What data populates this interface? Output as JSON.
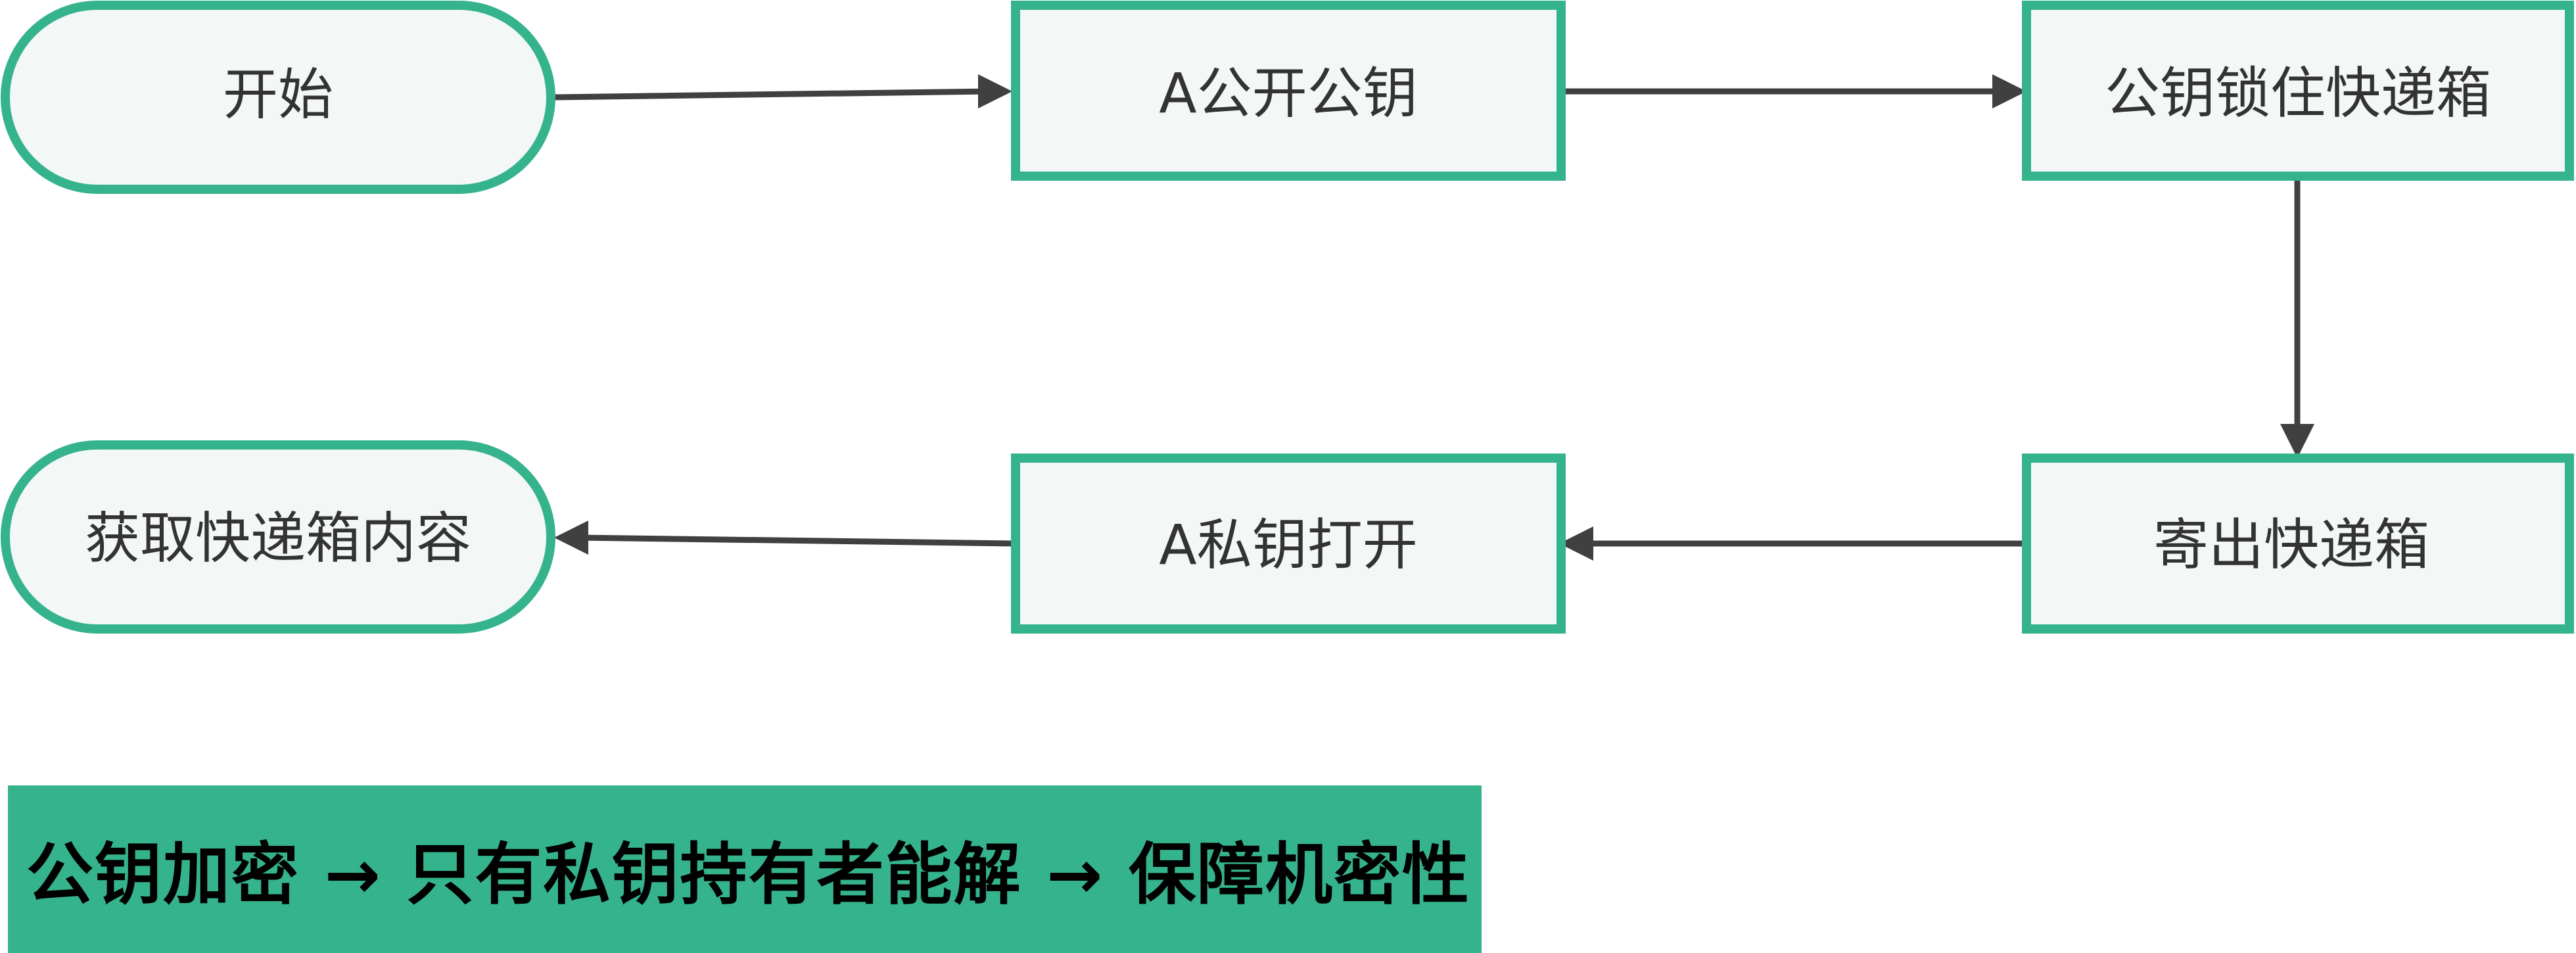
{
  "colors": {
    "node_border": "#35b38c",
    "node_fill": "#f3f7f6",
    "arrow": "#404040",
    "banner_bg": "#35b38c",
    "banner_text": "#000000",
    "node_text": "#333333"
  },
  "nodes": {
    "start": {
      "label": "开始",
      "shape": "terminal"
    },
    "a_publish_key": {
      "label": "A公开公钥",
      "shape": "process"
    },
    "lock_box": {
      "label": "公钥锁住快递箱",
      "shape": "process"
    },
    "send_box": {
      "label": "寄出快递箱",
      "shape": "process"
    },
    "a_private_open": {
      "label": "A私钥打开",
      "shape": "process"
    },
    "get_content": {
      "label": "获取快递箱内容",
      "shape": "terminal"
    }
  },
  "edges": [
    {
      "from": "start",
      "to": "a_publish_key"
    },
    {
      "from": "a_publish_key",
      "to": "lock_box"
    },
    {
      "from": "lock_box",
      "to": "send_box"
    },
    {
      "from": "send_box",
      "to": "a_private_open"
    },
    {
      "from": "a_private_open",
      "to": "get_content"
    }
  ],
  "summary": {
    "text": "公钥加密 → 只有私钥持有者能解 → 保障机密性"
  }
}
